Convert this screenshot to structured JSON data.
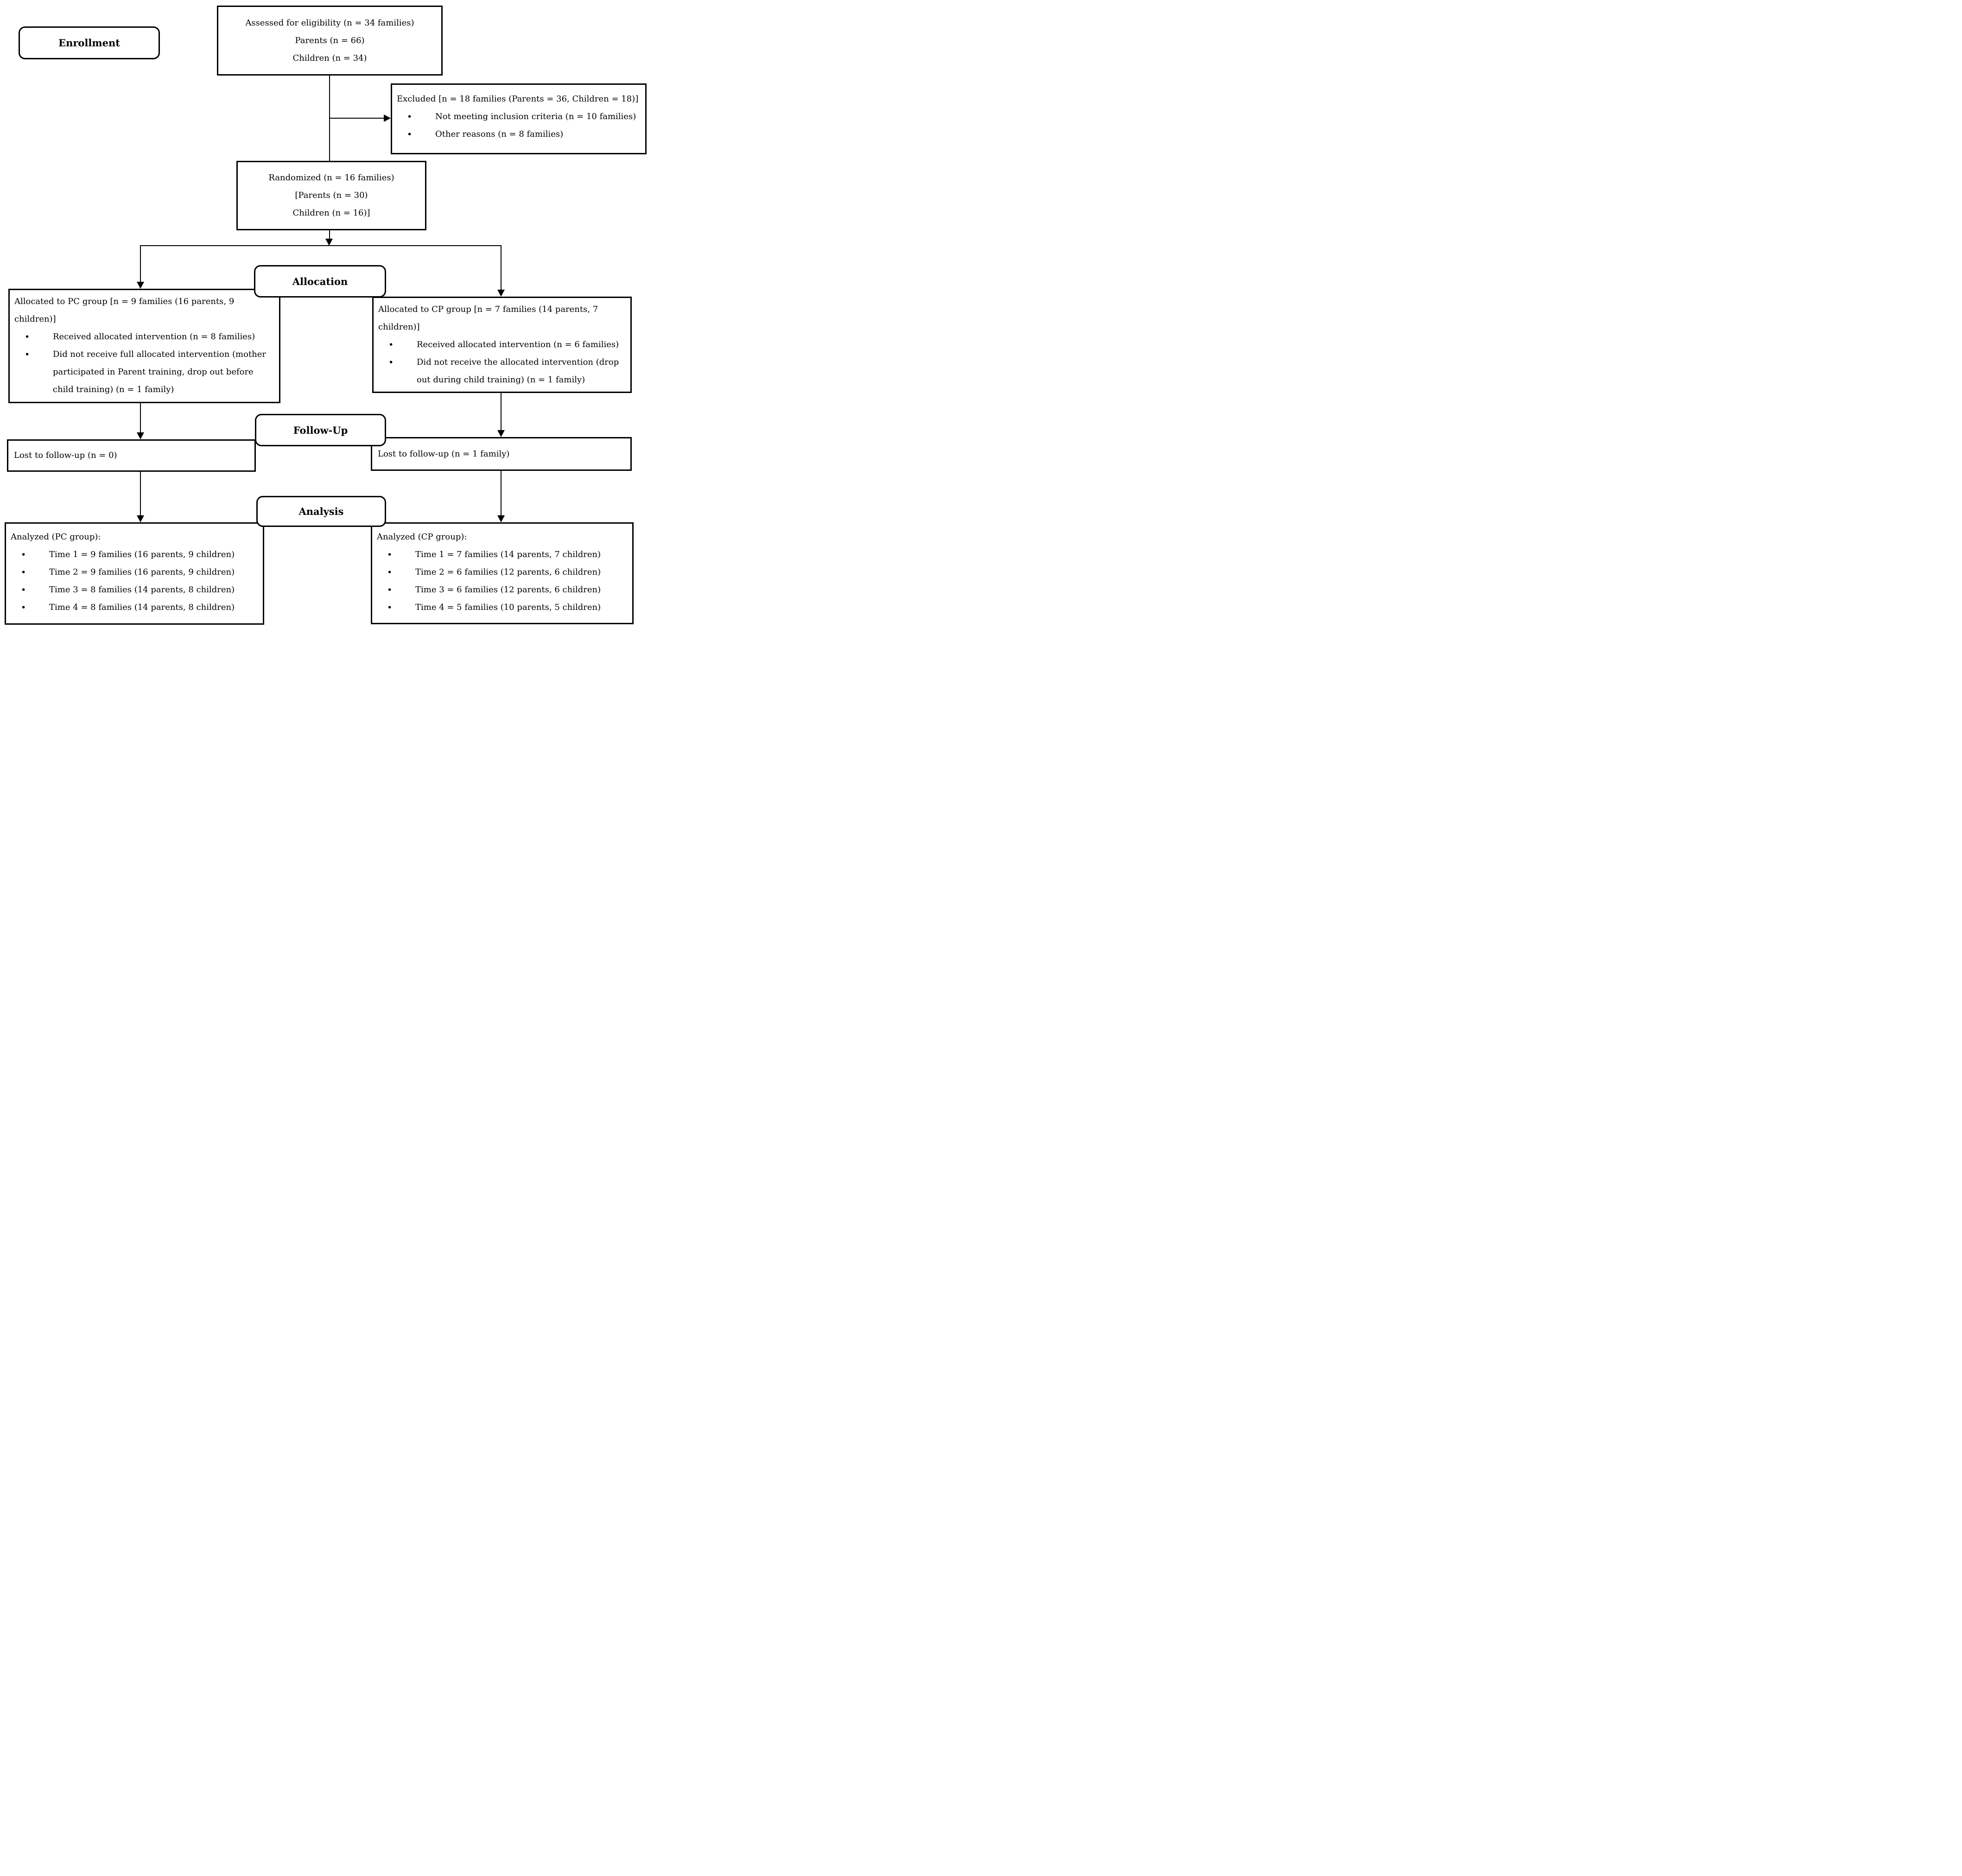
{
  "diagram": {
    "stage_labels": {
      "enrollment": "Enrollment",
      "allocation": "Allocation",
      "followup": "Follow-Up",
      "analysis": "Analysis"
    },
    "assessed": {
      "line1": "Assessed for eligibility (n = 34 families)",
      "line2": "Parents (n = 66)",
      "line3": "Children (n = 34)"
    },
    "excluded": {
      "title": "Excluded [n = 18 families (Parents = 36, Children = 18)]",
      "bullets": [
        "Not meeting inclusion criteria (n = 10 families)",
        "Other reasons (n = 8 families)"
      ]
    },
    "randomized": {
      "line1": "Randomized (n = 16 families)",
      "line2": "[Parents (n = 30)",
      "line3": "Children (n = 16)]"
    },
    "pc_group": {
      "intro": "Allocated to PC group [n = 9 families (16 parents, 9 children)]",
      "bullets": [
        "Received allocated intervention (n = 8 families)",
        "Did not receive full allocated intervention (mother participated in Parent training, drop out before child training) (n = 1 family)"
      ]
    },
    "cp_group": {
      "intro": "Allocated to CP group [n = 7 families (14 parents, 7 children)]",
      "bullets": [
        "Received allocated intervention (n = 6 families)",
        "Did not receive the allocated intervention (drop out during child training) (n = 1 family)"
      ]
    },
    "lost_pc": "Lost to follow-up (n = 0)",
    "lost_cp": "Lost to follow-up (n = 1 family)",
    "analyzed_pc": {
      "title": "Analyzed (PC group):",
      "bullets": [
        "Time 1 = 9 families (16 parents, 9 children)",
        "Time 2 = 9 families (16 parents, 9 children)",
        "Time 3 = 8 families (14 parents, 8 children)",
        "Time 4 = 8 families (14 parents, 8 children)"
      ]
    },
    "analyzed_cp": {
      "title": "Analyzed (CP group):",
      "bullets": [
        "Time 1 = 7 families (14 parents, 7 children)",
        "Time 2 = 6 families (12 parents, 6 children)",
        "Time 3 = 6 families (12 parents, 6 children)",
        "Time 4 = 5 families (10 parents, 5 children)"
      ]
    }
  },
  "colors": {
    "background": "#ffffff",
    "line": "#000000",
    "box_border": "#000000",
    "text": "#000000"
  }
}
